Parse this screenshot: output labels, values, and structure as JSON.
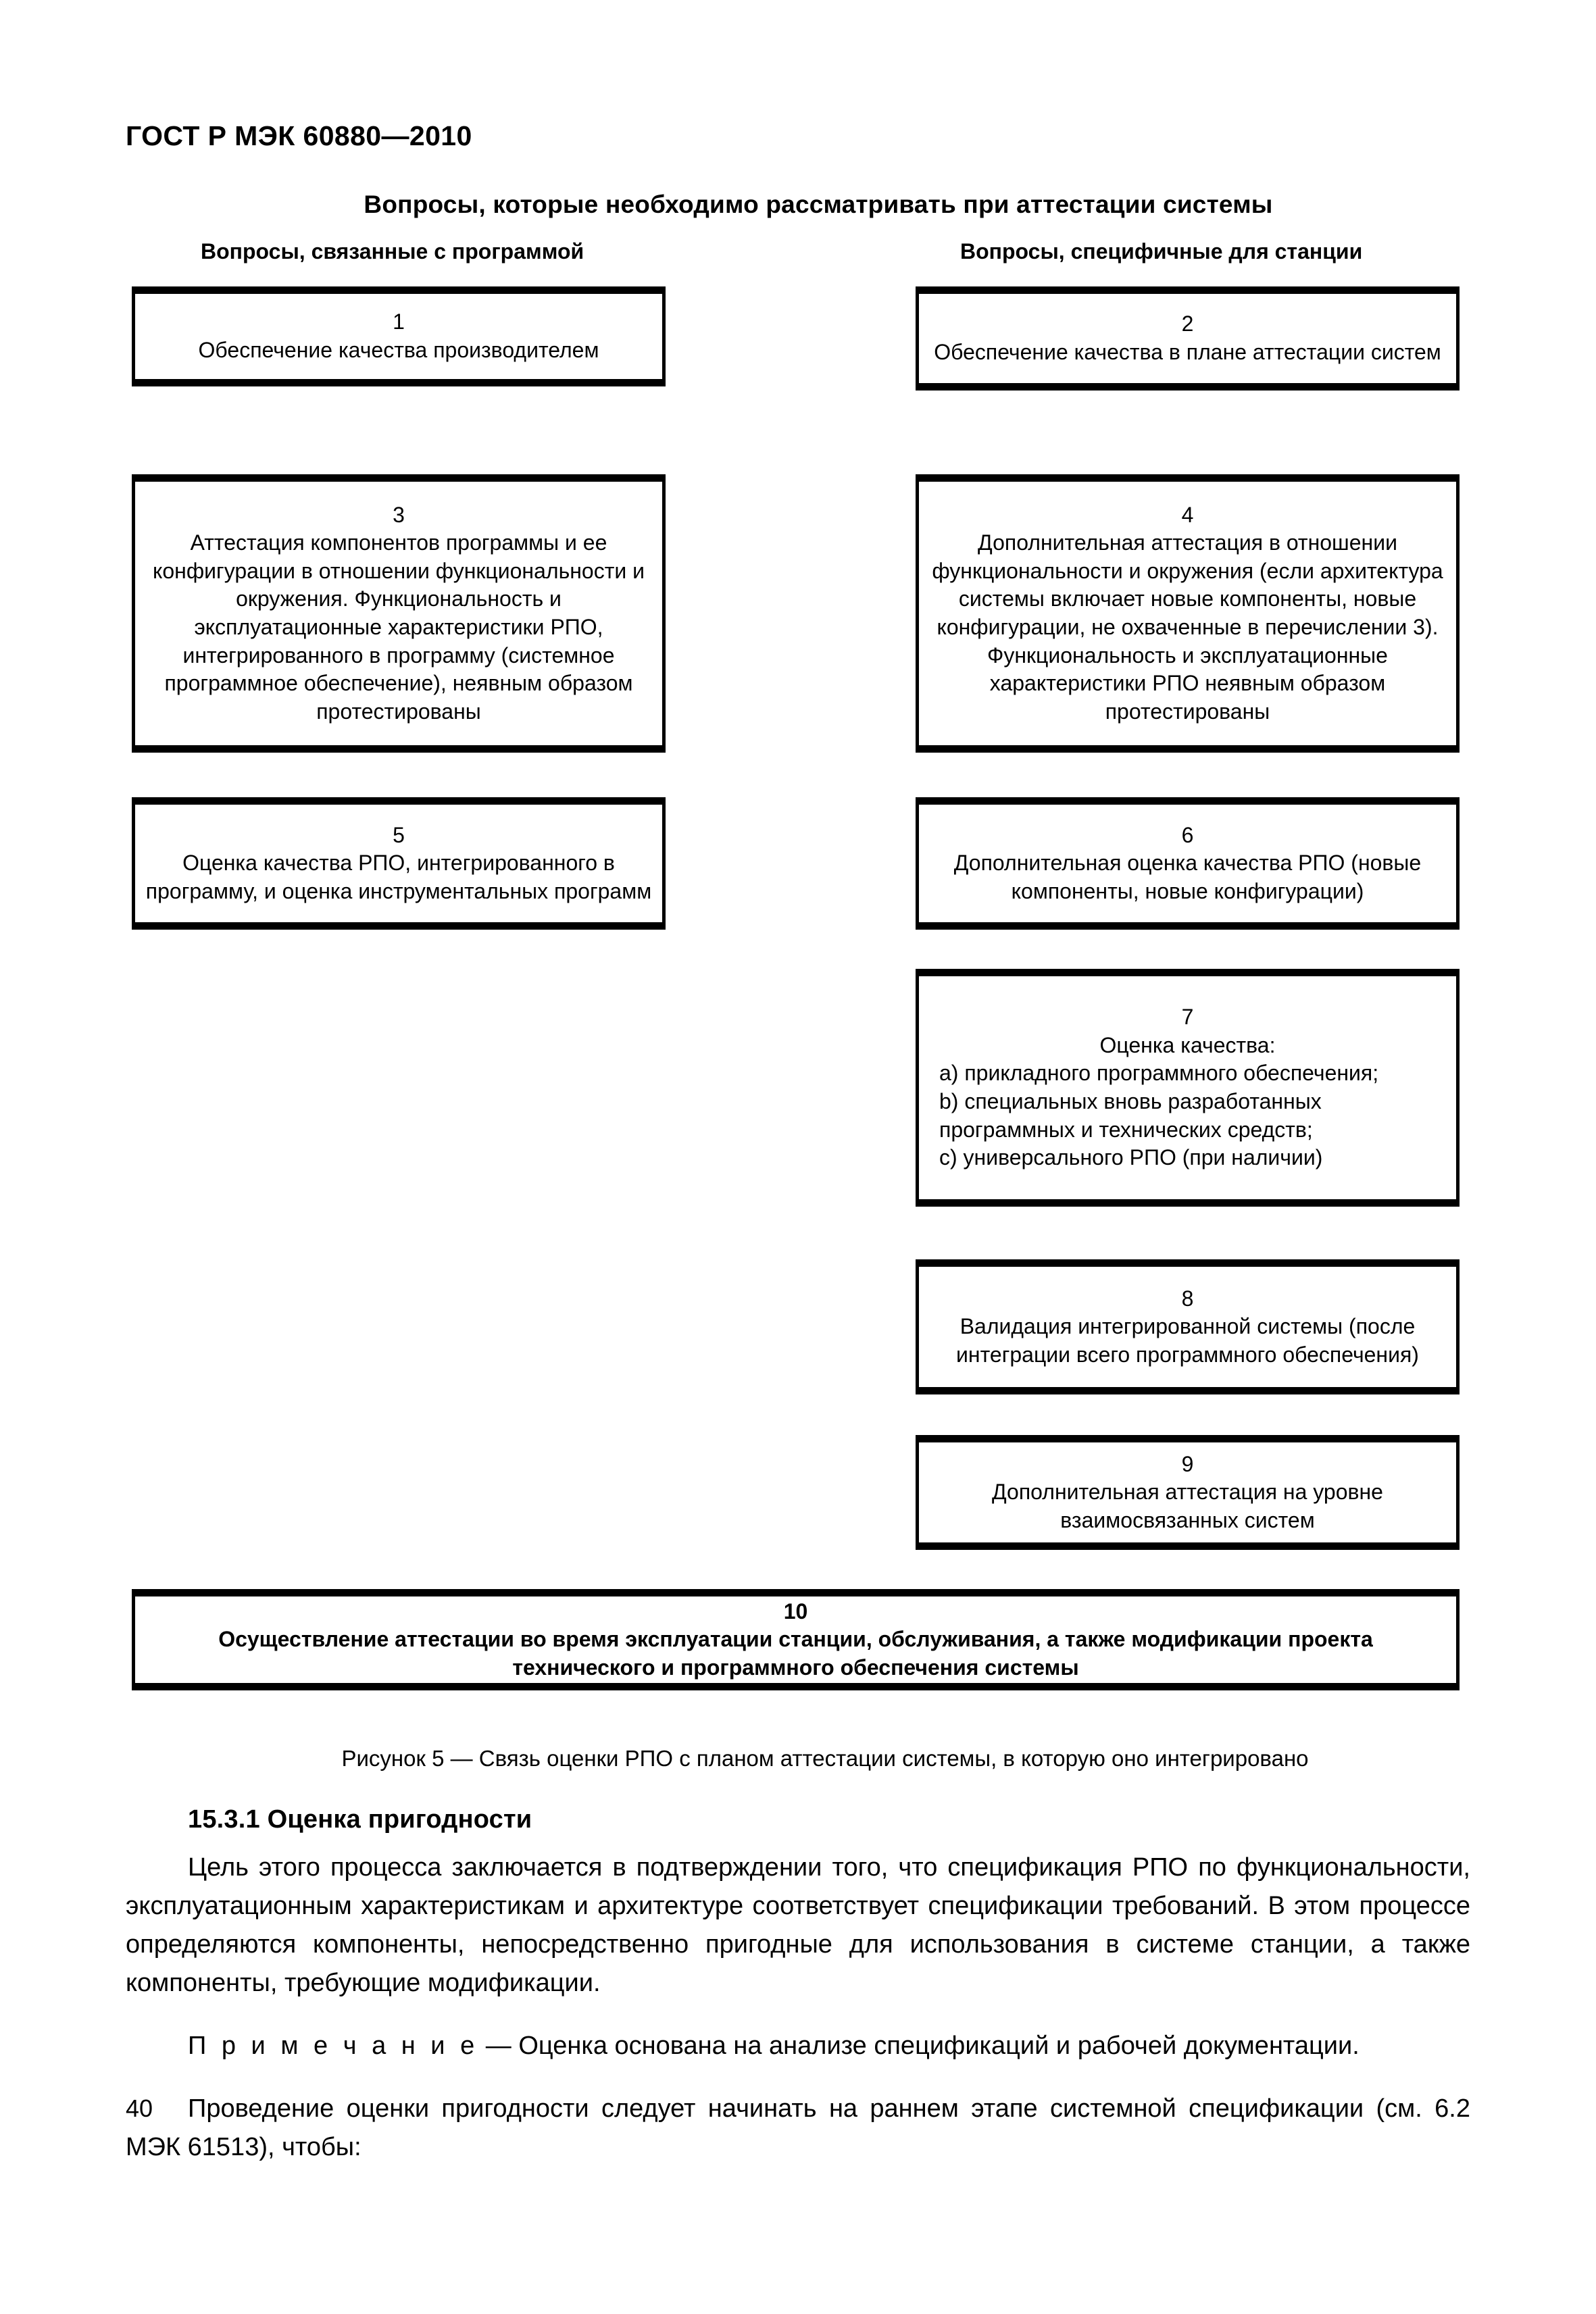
{
  "document": {
    "running_head": "ГОСТ Р МЭК 60880—2010",
    "page_number": "40"
  },
  "figure": {
    "title": "Вопросы, которые необходимо рассматривать при аттестации системы",
    "column_headings": {
      "left": "Вопросы, связанные с программой",
      "right": "Вопросы, специфичные для станции"
    },
    "caption": "Рисунок 5 — Связь оценки РПО с планом аттестации системы, в которую оно интегрировано",
    "boxes": [
      {
        "number": "1",
        "text": "Обеспечение качества производителем"
      },
      {
        "number": "2",
        "text": "Обеспечение качества в плане аттестации систем"
      },
      {
        "number": "3",
        "text": "Аттестация компонентов программы и ее конфигурации в отношении функциональности и окружения. Функциональность и эксплуатационные характеристики РПО, интегрированного в программу (системное программное обеспечение), неявным образом протестированы"
      },
      {
        "number": "4",
        "text": "Дополнительная аттестация в отношении функциональности и окружения (если архитектура системы включает новые компоненты, новые конфигурации, не охваченные в перечислении 3). Функциональность и эксплуатационные характеристики РПО неявным образом протестированы"
      },
      {
        "number": "5",
        "text": "Оценка качества РПО, интегрированного в программу, и оценка инструментальных программ"
      },
      {
        "number": "6",
        "text": "Дополнительная оценка качества РПО (новые компоненты, новые конфигурации)"
      },
      {
        "number": "7",
        "text": "Оценка качества:",
        "list": [
          "a) прикладного программного обеспечения;",
          "b) специальных вновь разработанных программных и технических средств;",
          "c) универсального РПО (при наличии)"
        ]
      },
      {
        "number": "8",
        "text": "Валидация интегрированной системы (после интеграции всего программного обеспечения)"
      },
      {
        "number": "9",
        "text": "Дополнительная аттестация на уровне взаимосвязанных систем"
      },
      {
        "number": "10",
        "text": "Осуществление аттестации во время эксплуатации станции, обслуживания, а также модификации проекта технического и программного обеспечения системы"
      }
    ]
  },
  "section": {
    "heading": "15.3.1 Оценка пригодности",
    "paragraph_1": "Цель этого процесса заключается в подтверждении того, что спецификация РПО по функциональности, эксплуатационным характеристикам и архитектуре соответствует спецификации требований. В этом процессе определяются компоненты, непосредственно пригодные для использования в системе станции, а также компоненты, требующие модификации.",
    "note_label": "П р и м е ч а н и е",
    "note_text": " — Оценка основана на анализе спецификаций и рабочей документации.",
    "paragraph_2": "Проведение оценки пригодности следует начинать на раннем этапе системной спецификации (см. 6.2 МЭК 61513), чтобы:"
  }
}
